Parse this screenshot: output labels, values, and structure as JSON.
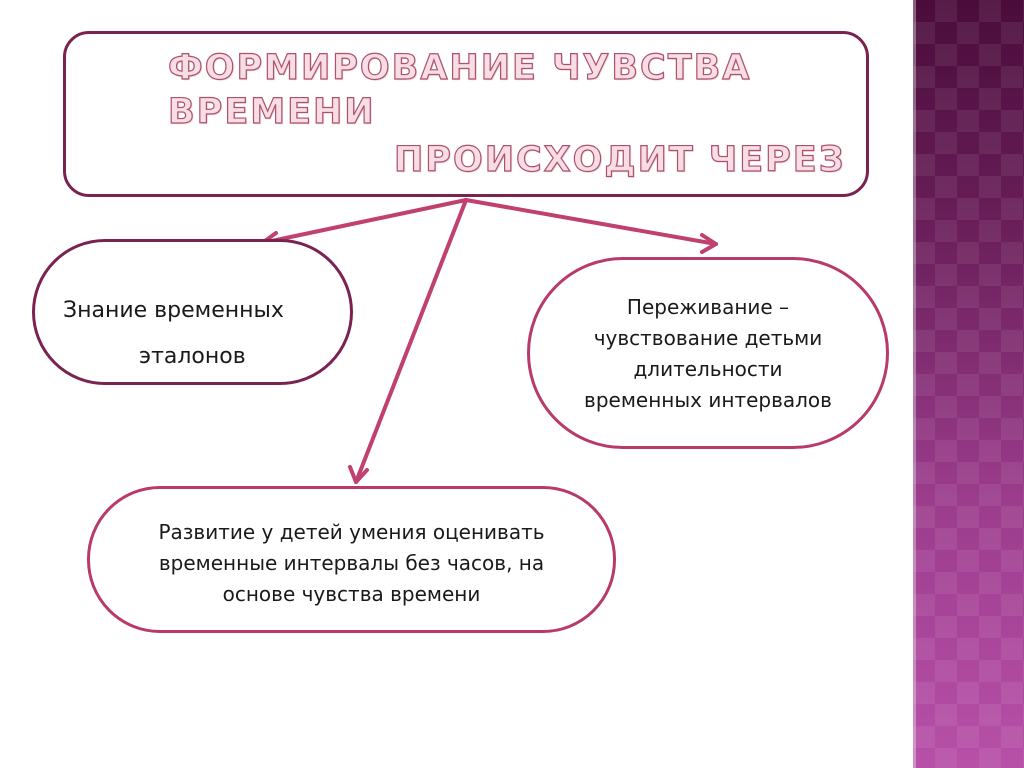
{
  "title": {
    "line1": "ФОРМИРОВАНИЕ ЧУВСТВА",
    "line2": "ВРЕМЕНИ",
    "line3": "ПРОИСХОДИТ ЧЕРЕЗ"
  },
  "nodes": {
    "left": {
      "line1": "Знание временных",
      "line2": "эталонов"
    },
    "right": {
      "lines": [
        "Переживание –",
        "чувствование детьми",
        "длительности",
        "временных интервалов"
      ]
    },
    "bottom": {
      "lines": [
        "Развитие у детей умения оценивать",
        "временные интервалы без часов, на",
        "основе чувства времени"
      ]
    }
  },
  "colors": {
    "border_dark": "#7a2350",
    "border_pink": "#b83a6a",
    "arrow": "#c0406f",
    "title_fill": "#f7dde4",
    "title_stroke": "#b0506d",
    "side_strip_top": "#4a0c3a",
    "side_strip_bottom": "#b850a8"
  }
}
